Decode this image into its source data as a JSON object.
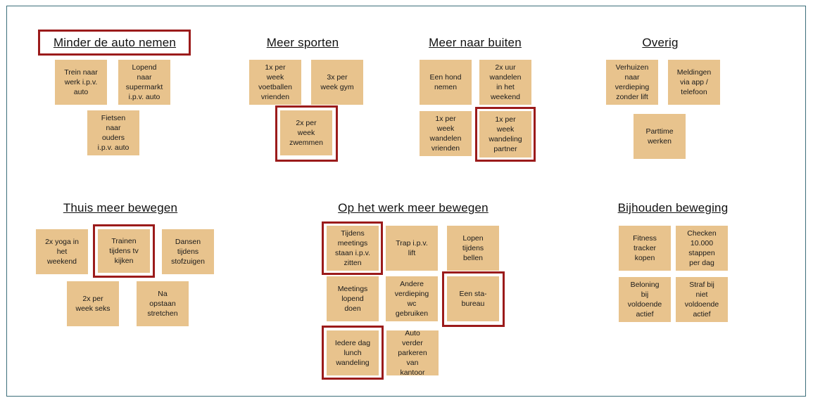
{
  "groups": [
    {
      "title": "Minder de auto nemen",
      "highlighted": true,
      "notes": [
        "Trein naar\nwerk i.p.v.\nauto",
        "Lopend\nnaar\nsupermarkt\ni.p.v. auto",
        "Fietsen\nnaar\nouders\ni.p.v. auto"
      ]
    },
    {
      "title": "Meer sporten",
      "notes": [
        "1x per\nweek\nvoetballen\nvrienden",
        "3x per\nweek gym",
        "2x per\nweek\nzwemmen"
      ]
    },
    {
      "title": "Meer naar buiten",
      "notes": [
        "Een hond\nnemen",
        "2x uur\nwandelen\nin het\nweekend",
        "1x per\nweek\nwandelen\nvrienden",
        "1x per\nweek\nwandeling\npartner"
      ]
    },
    {
      "title": "Overig",
      "notes": [
        "Verhuizen\nnaar\nverdieping\nzonder lift",
        "Meldingen\nvia app /\ntelefoon",
        "Parttime\nwerken"
      ]
    },
    {
      "title": "Thuis meer bewegen",
      "notes": [
        "2x yoga in\nhet\nweekend",
        "Trainen\ntijdens tv\nkijken",
        "Dansen\ntijdens\nstofzuigen",
        "2x per\nweek seks",
        "Na\nopstaan\nstretchen"
      ]
    },
    {
      "title": "Op het werk meer bewegen",
      "notes": [
        "Tijdens\nmeetings\nstaan i.p.v.\nzitten",
        "Trap i.p.v.\nlift",
        "Lopen\ntijdens\nbellen",
        "Meetings\nlopend\ndoen",
        "Andere\nverdieping\nwc\ngebruiken",
        "Een sta-\nbureau",
        "Iedere dag\nlunch\nwandeling",
        "Auto\nverder\nparkeren\nvan\nkantoor"
      ]
    },
    {
      "title": "Bijhouden beweging",
      "notes": [
        "Fitness\ntracker\nkopen",
        "Checken\n10.000\nstappen\nper dag",
        "Beloning\nbij\nvoldoende\nactief",
        "Straf bij\nniet\nvoldoende\nactief"
      ]
    }
  ],
  "colors": {
    "note": "#e8c38d",
    "highlight": "#9b1b1b",
    "frame": "#3c6e7a"
  }
}
